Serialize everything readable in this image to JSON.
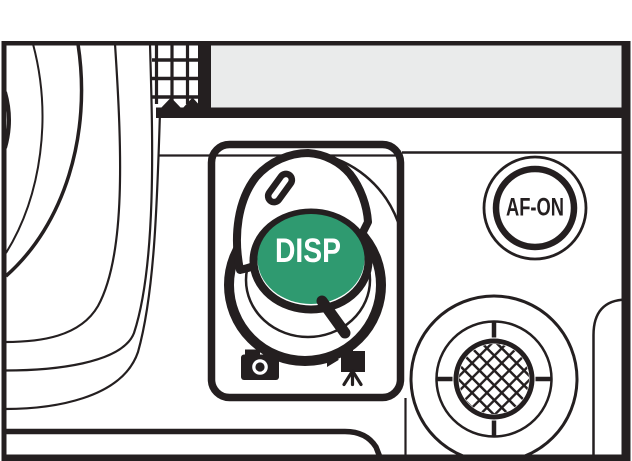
{
  "figure": {
    "description": "Camera rear panel illustration highlighting the DISP button inside the photo/video selector, with AF-ON button and multi-selector joystick",
    "labels": {
      "disp_button": "DISP",
      "af_on_button": "AF-ON"
    },
    "icons": [
      "photo-camera-icon",
      "movie-camera-icon",
      "eyepiece-grid-icon",
      "joystick-crosshatch-icon"
    ],
    "colors": {
      "line": "#241f20",
      "disp_button_green": "#2f9a70",
      "monitor_edge_gray": "#eaebeb",
      "background": "#ffffff"
    }
  }
}
